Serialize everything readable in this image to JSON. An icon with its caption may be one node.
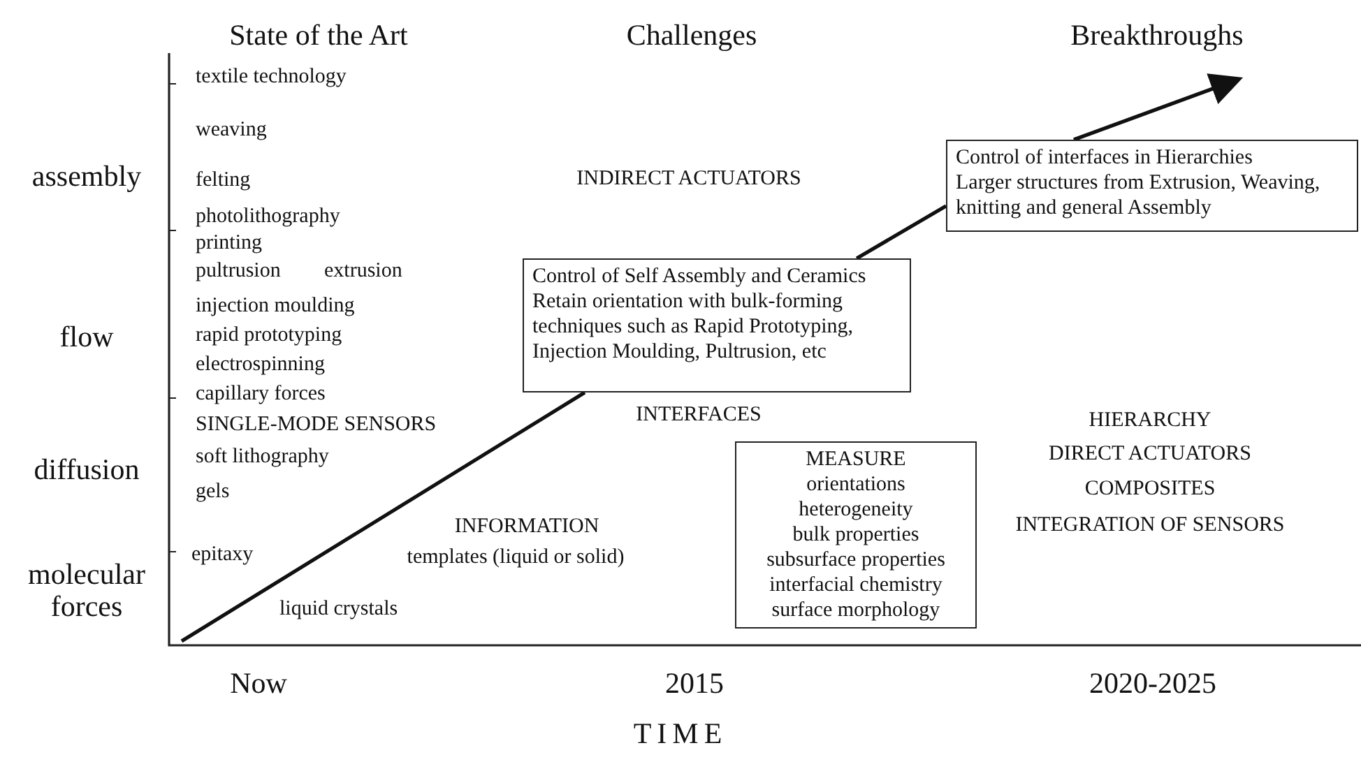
{
  "diagram": {
    "nodes": [
      {
        "text": [
          "Control of Self Assembly and Ceramics",
          "Retain orientation with bulk-forming techniques such as Rapid Prototyping, Injection Moulding, Pultrusion, etc"
        ]
      },
      {
        "text": [
          "Control of interfaces in Hierarchies",
          "Larger structures from Extrusion, Weaving, knitting and general Assembly"
        ]
      },
      {
        "text": [
          "MEASURE",
          "orientations",
          "heterogeneity",
          "bulk properties",
          "subsurface properties",
          "interfacial chemistry",
          "surface morphology"
        ]
      }
    ],
    "edges": [
      {
        "from": null,
        "to": 0,
        "arrow": "none"
      },
      {
        "from": 0,
        "to": 1,
        "arrow": "none"
      },
      {
        "from": 1,
        "to": null,
        "arrow": "to"
      }
    ],
    "labels": [
      "State of the Art",
      "Challenges",
      "Breakthroughs",
      "assembly",
      "textile technology",
      "weaving",
      "felting",
      "INDIRECT ACTUATORS",
      "photolithography",
      "printing",
      "pultrusion",
      "extrusion",
      "flow",
      "injection moulding",
      "rapid prototyping",
      "electrospinning",
      "capillary forces",
      "SINGLE-MODE SENSORS",
      "INTERFACES",
      "HIERARCHY",
      "diffusion",
      "soft lithography",
      "DIRECT ACTUATORS",
      "gels",
      "COMPOSITES",
      "INFORMATION",
      "INTEGRATION OF SENSORS",
      "epitaxy",
      "templates (liquid or solid)",
      "molecular forces",
      "liquid crystals",
      "Now",
      "2015",
      "2020-2025",
      "TIME"
    ]
  }
}
